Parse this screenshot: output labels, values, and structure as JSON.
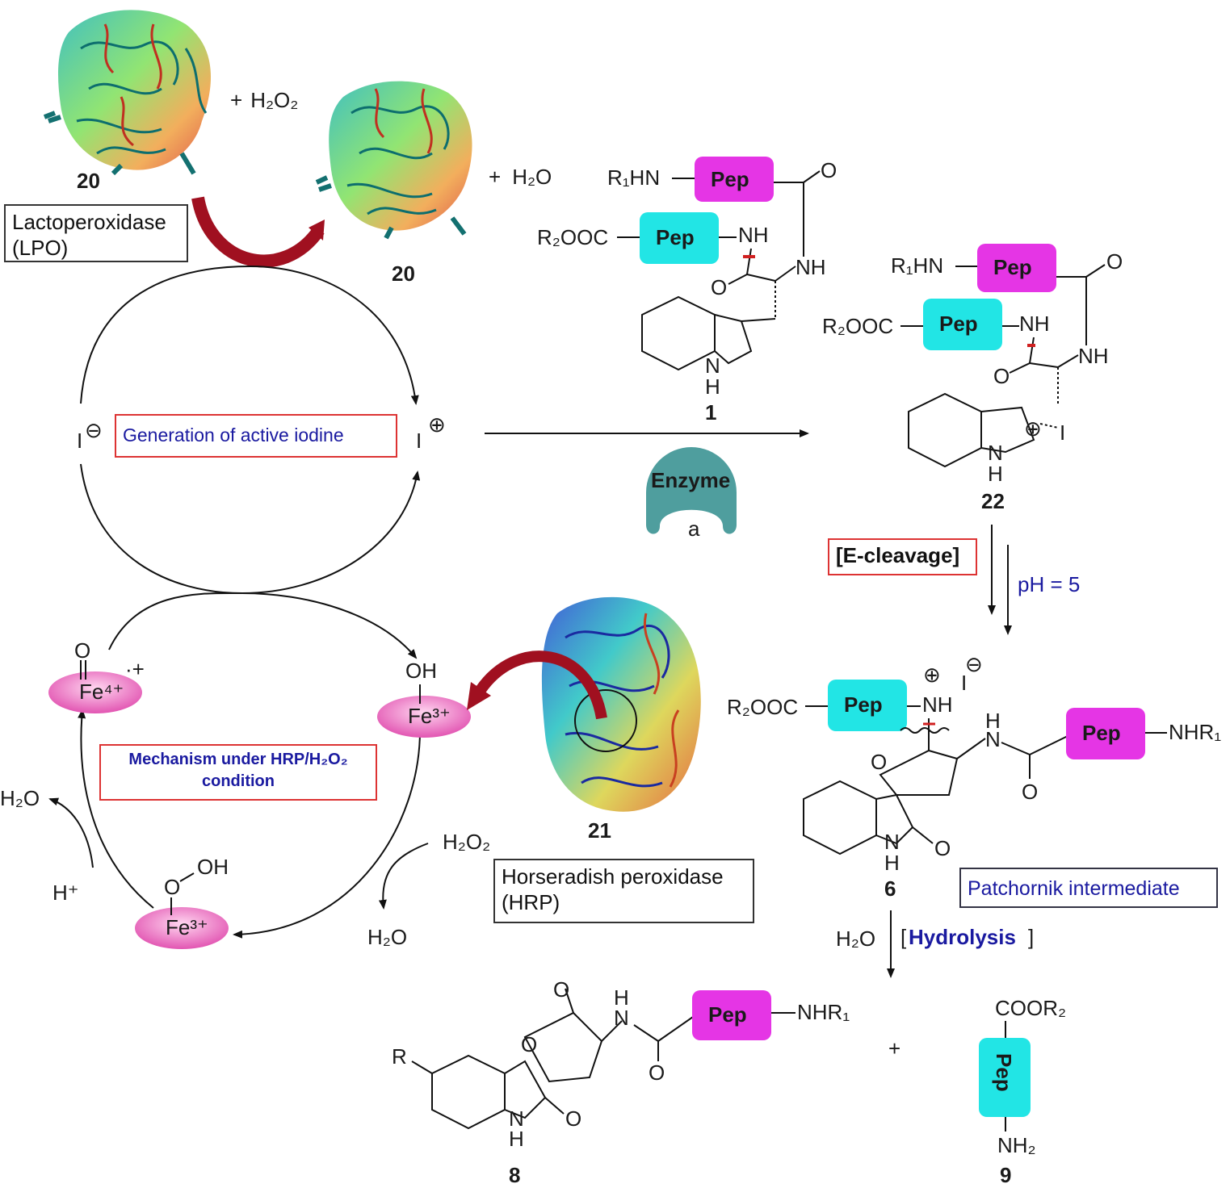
{
  "compounds": {
    "c20": "20",
    "c1": "1",
    "c22": "22",
    "c21": "21",
    "c6": "6",
    "c8": "8",
    "c9": "9"
  },
  "reagents": {
    "h2o2": "H₂O₂",
    "h2o": "H₂O",
    "plus": "+",
    "ph": "pH = 5",
    "h_plus": "H⁺"
  },
  "labels": {
    "lpo_line1": "Lactoperoxidase",
    "lpo_line2": "(LPO)",
    "hrp_line1": "Horseradish peroxidase",
    "hrp_line2": "(HRP)",
    "generation": "Generation of active iodine",
    "mechanism_line1": "Mechanism under HRP/H₂O₂",
    "mechanism_line2": "condition",
    "patchornik": "Patchornik intermediate",
    "e_cleavage": "[E-cleavage]",
    "hydrolysis": "Hydrolysis",
    "enzyme": "Enzyme",
    "enzyme_sub": "a"
  },
  "ions": {
    "iodide": "I",
    "iodonium": "I",
    "minus": "⊖",
    "plus": "⊕"
  },
  "iron": {
    "fe4": "Fe⁴⁺",
    "fe4_radical": "·+",
    "fe3": "Fe³⁺",
    "oxo": "O",
    "oh": "OH",
    "ooh": "OH"
  },
  "groups": {
    "pep": "Pep",
    "r1hn": "R₁HN",
    "r2ooc": "R₂OOC",
    "nhr1": "NHR₁",
    "coor2": "COOR₂",
    "nh2": "NH₂",
    "nh": "NH",
    "n": "N",
    "h": "H",
    "o": "O",
    "r": "R"
  },
  "colors": {
    "pep_magenta": "#e535e5",
    "pep_cyan": "#22e5e5",
    "fe_pink": "#f27ac8",
    "arrow_dark_red": "#a01020",
    "enzyme_teal": "#4f9e9e",
    "label_blue": "#1a1aa0",
    "red_box": "#dd3333"
  }
}
